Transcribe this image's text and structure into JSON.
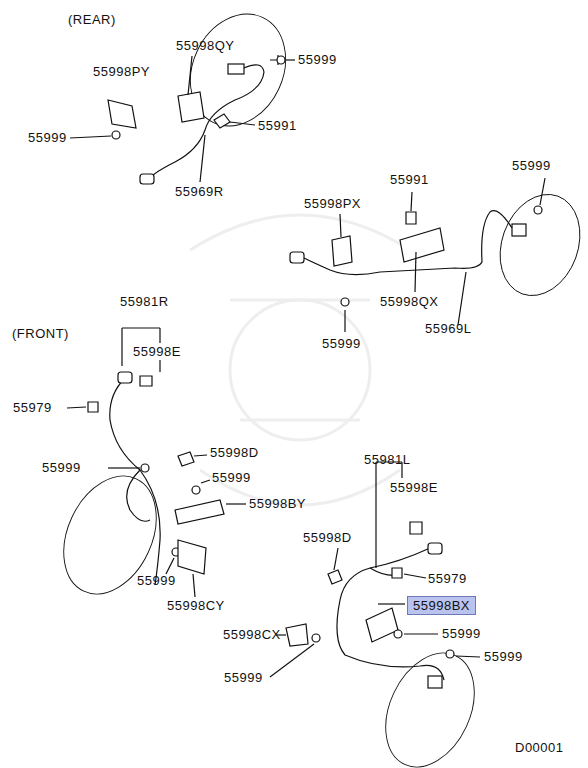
{
  "diagram": {
    "nodes": [
      {
        "text": [
          "55998BX"
        ]
      }
    ],
    "labels": [
      "(REAR)",
      "55998QY",
      "55999",
      "55998PY",
      "55999",
      "55991",
      "55969R",
      "55991",
      "55999",
      "55998PX",
      "55999",
      "55998QX",
      "55969L",
      "55981R",
      "(FRONT)",
      "55998E",
      "55979",
      "55999",
      "55998D",
      "55999",
      "55998BY",
      "55999",
      "55998CY",
      "55981L",
      "55998E",
      "55998D",
      "55979",
      "55998CX",
      "55999",
      "55999",
      "55999",
      "D00001"
    ]
  }
}
